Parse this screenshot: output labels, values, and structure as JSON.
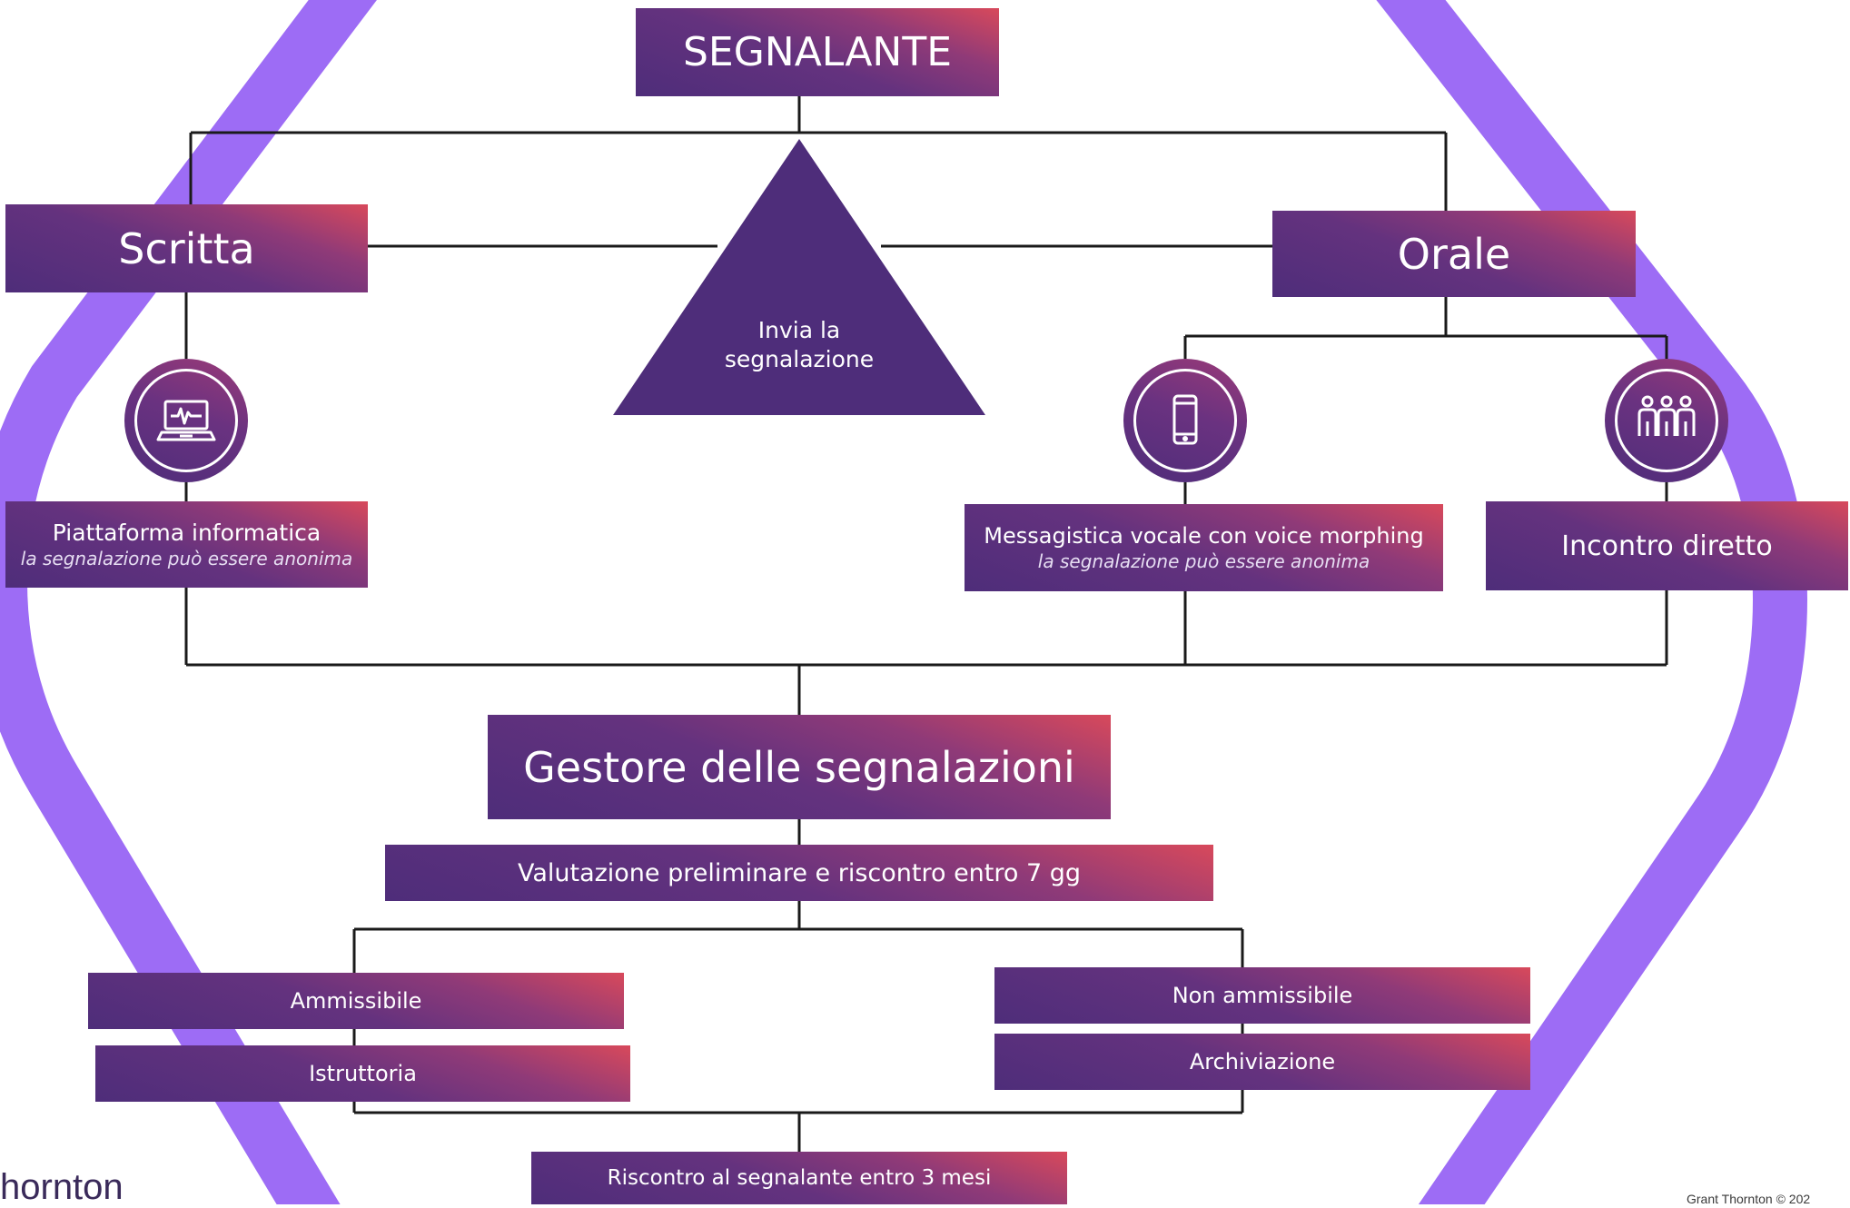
{
  "diagram": {
    "top": {
      "label": "SEGNALANTE"
    },
    "center": {
      "label": "Invia la\nsegnalazione"
    },
    "channels": {
      "written": {
        "label": "Scritta",
        "method": {
          "icon": "laptop-icon",
          "label": "Piattaforma informatica",
          "note": "la segnalazione può essere anonima"
        }
      },
      "oral": {
        "label": "Orale",
        "methods": [
          {
            "icon": "smartphone-icon",
            "label": "Messagistica vocale con voice morphing",
            "note": "la segnalazione può essere anonima"
          },
          {
            "icon": "people-meeting-icon",
            "label": "Incontro diretto"
          }
        ]
      }
    },
    "manager": {
      "label": "Gestore delle segnalazioni"
    },
    "preliminary": {
      "label": "Valutazione preliminare e riscontro entro 7 gg"
    },
    "admissible": {
      "label": "Ammissibile",
      "next": "Istruttoria"
    },
    "not_admissible": {
      "label": "Non ammissibile",
      "next": "Archiviazione"
    },
    "final": {
      "label": "Riscontro al segnalante entro 3 mesi"
    }
  },
  "footer": {
    "brand_partial": "hornton",
    "copyright_partial": "Grant Thornton   © 202"
  },
  "colors": {
    "band": "#9d6cf5",
    "box_primary": "#4e2d7a",
    "box_accent": "#d8495b",
    "line": "#1a1a1a"
  }
}
